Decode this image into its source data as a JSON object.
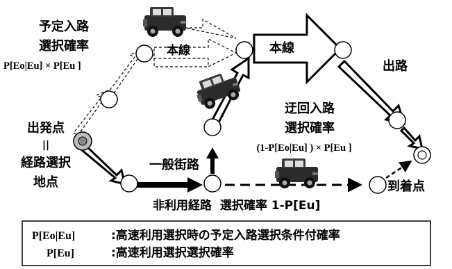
{
  "nodes": {
    "origin": "出発点",
    "origin_equals": "||",
    "route_choice_point_line1": "経路選択",
    "route_choice_point_line2": "地点",
    "destination": "到着点"
  },
  "labels": {
    "planned_entry_title_line1": "予定入路",
    "planned_entry_title_line2": "選択確率",
    "planned_entry_formula": "P[Eo|Eu] × P[Eu ]",
    "mainline_left": "本線",
    "mainline_right": "本線",
    "exit": "出路",
    "detour_entry_title_line1": "迂回入路",
    "detour_entry_title_line2": "選択確率",
    "detour_entry_formula": "(1-P[Eo|Eu] ) × P[Eu ]",
    "general_road": "一般街路",
    "non_use_route": "非利用経路  選択確率 1-P[Eu]"
  },
  "legend": {
    "rows": [
      {
        "term": "P[Eo|Eu]",
        "desc": ":高速利用選択時の予定入路選択条件付確率"
      },
      {
        "term": "P[Eu]",
        "desc": ":高速利用選択選択確率"
      }
    ]
  },
  "icons": [
    "jeep-icon"
  ]
}
